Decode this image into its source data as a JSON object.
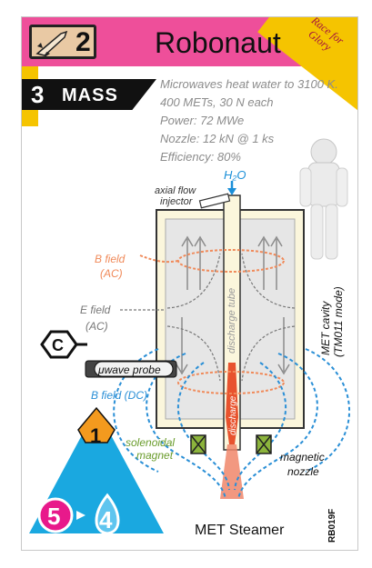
{
  "card": {
    "thrust": "2",
    "title": "Robonaut",
    "corner_banner": "Race for Glory",
    "mass_value": "3",
    "mass_label": "MASS",
    "specs": [
      "Microwaves heat water to 3100 K.",
      "400 METs, 30 N each",
      "Power: 72 MWe",
      "Nozzle: 12 kN @ 1 ks",
      "Efficiency: 80%"
    ],
    "card_name": "MET Steamer",
    "card_code": "RB019F",
    "fuel_rating": "1",
    "fuel_from": "5",
    "fuel_to": "4",
    "type_letter": "C"
  },
  "diagram": {
    "h2o": "H₂O",
    "axial_flow_injector": [
      "axial flow",
      "injector"
    ],
    "b_field_ac": [
      "B field",
      "(AC)"
    ],
    "e_field_ac": [
      "E field",
      "(AC)"
    ],
    "discharge_tube": "discharge tube",
    "discharge": "discharge",
    "met_cavity": [
      "MET cavity",
      "(TM011 mode)"
    ],
    "uwave_probe": "μwave probe",
    "b_field_dc": "B field (DC)",
    "solenoidal_magnet": [
      "solenoidal",
      "magnet"
    ],
    "magnetic_nozzle": [
      "magnetic",
      "nozzle"
    ]
  },
  "colors": {
    "pink": "#ee4f9a",
    "yellow": "#f5c400",
    "blue_fuel": "#1aa8e0",
    "orange_fuel": "#f39a1e",
    "field_dc": "#2a8fd6",
    "field_ac": "#f08a5a",
    "magnet_green": "#8cb43c"
  }
}
